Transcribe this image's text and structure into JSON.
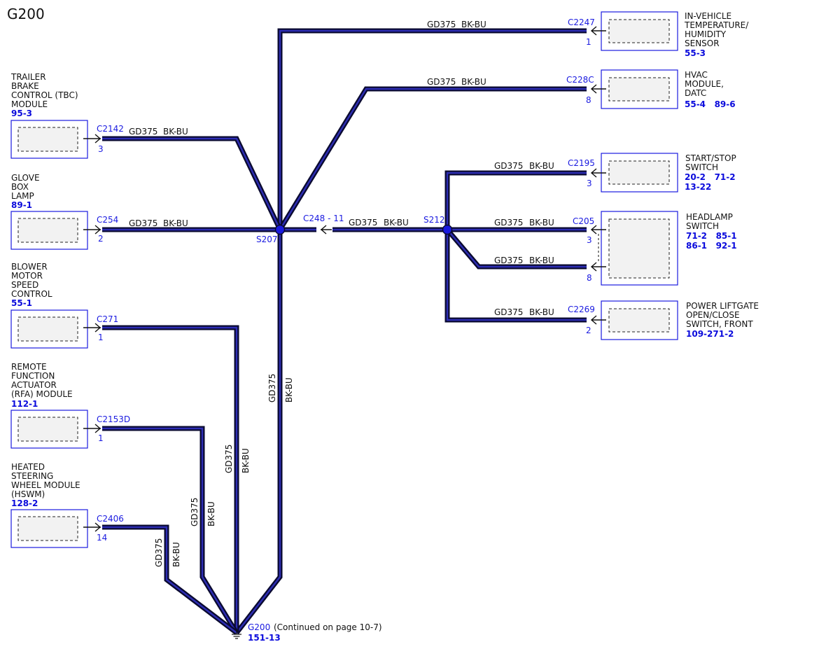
{
  "title": "G200",
  "wire": {
    "circuit": "GD375",
    "color": "BK-BU"
  },
  "components": {
    "tbc": {
      "lines": [
        "TRAILER",
        "BRAKE",
        "CONTROL (TBC)",
        "MODULE"
      ],
      "refs": [
        "95-3"
      ],
      "connector": "C2142",
      "pin": "3"
    },
    "glove": {
      "lines": [
        "GLOVE",
        "BOX",
        "LAMP"
      ],
      "refs": [
        "89-1"
      ],
      "connector": "C254",
      "pin": "2"
    },
    "blower": {
      "lines": [
        "BLOWER",
        "MOTOR",
        "SPEED",
        "CONTROL"
      ],
      "refs": [
        "55-1"
      ],
      "connector": "C271",
      "pin": "1"
    },
    "rfa": {
      "lines": [
        "REMOTE",
        "FUNCTION",
        "ACTUATOR",
        "(RFA) MODULE"
      ],
      "refs": [
        "112-1"
      ],
      "connector": "C2153D",
      "pin": "1"
    },
    "hswm": {
      "lines": [
        "HEATED",
        "STEERING",
        "WHEEL MODULE",
        "(HSWM)"
      ],
      "refs": [
        "128-2"
      ],
      "connector": "C2406",
      "pin": "14"
    },
    "invehicle": {
      "lines": [
        "IN-VEHICLE",
        "TEMPERATURE/",
        "HUMIDITY",
        "SENSOR"
      ],
      "refs": [
        "55-3"
      ],
      "connector": "C2247",
      "pin": "1"
    },
    "hvac": {
      "lines": [
        "HVAC",
        "MODULE,",
        "DATC"
      ],
      "refs": [
        "55-4   89-6"
      ],
      "connector": "C228C",
      "pin": "8"
    },
    "startstop": {
      "lines": [
        "START/STOP",
        "SWITCH"
      ],
      "refs": [
        "20-2   71-2",
        "13-22"
      ],
      "connector": "C2195",
      "pin": "3"
    },
    "headlamp": {
      "lines": [
        "HEADLAMP",
        "SWITCH"
      ],
      "refs": [
        "71-2   85-1",
        "86-1   92-1"
      ],
      "connector": "C205",
      "pin": "3",
      "pin2": "8"
    },
    "liftgate": {
      "lines": [
        "POWER LIFTGATE",
        "OPEN/CLOSE",
        "SWITCH, FRONT"
      ],
      "refs": [
        "109-271-2"
      ],
      "connector": "C2269",
      "pin": "2"
    }
  },
  "splices": {
    "s207": "S207",
    "s212": "S212"
  },
  "inline": {
    "label": "C248 - 11"
  },
  "ground": {
    "name": "G200",
    "note": "(Continued on page 10-7)",
    "ref": "151-13"
  }
}
